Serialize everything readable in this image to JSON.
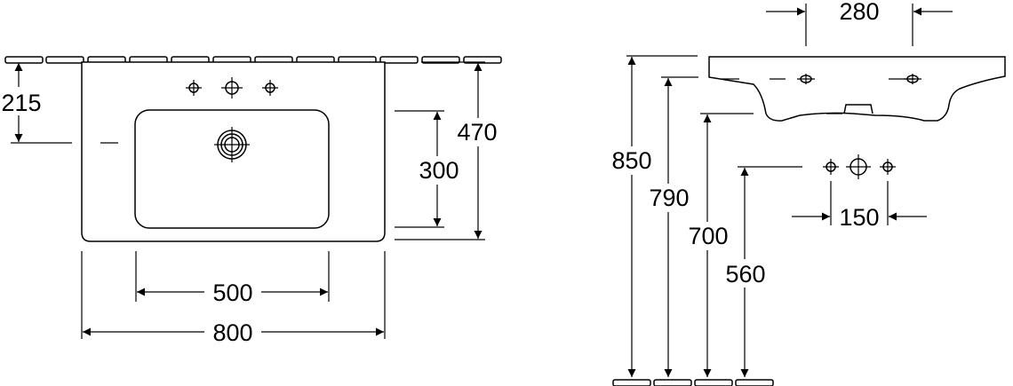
{
  "dimensions": {
    "overall_width": "800",
    "bowl_width": "500",
    "overall_depth": "470",
    "bowl_depth": "300",
    "tap_offset": "215",
    "tap_spacing_outer": "280",
    "tap_spacing_inner": "150",
    "height_rim": "850",
    "height_top": "790",
    "height_bottom": "700",
    "height_connection": "560"
  },
  "icons": [
    "tap-hole-icon",
    "drain-icon",
    "wall-hatch-icon",
    "floor-hatch-icon"
  ]
}
